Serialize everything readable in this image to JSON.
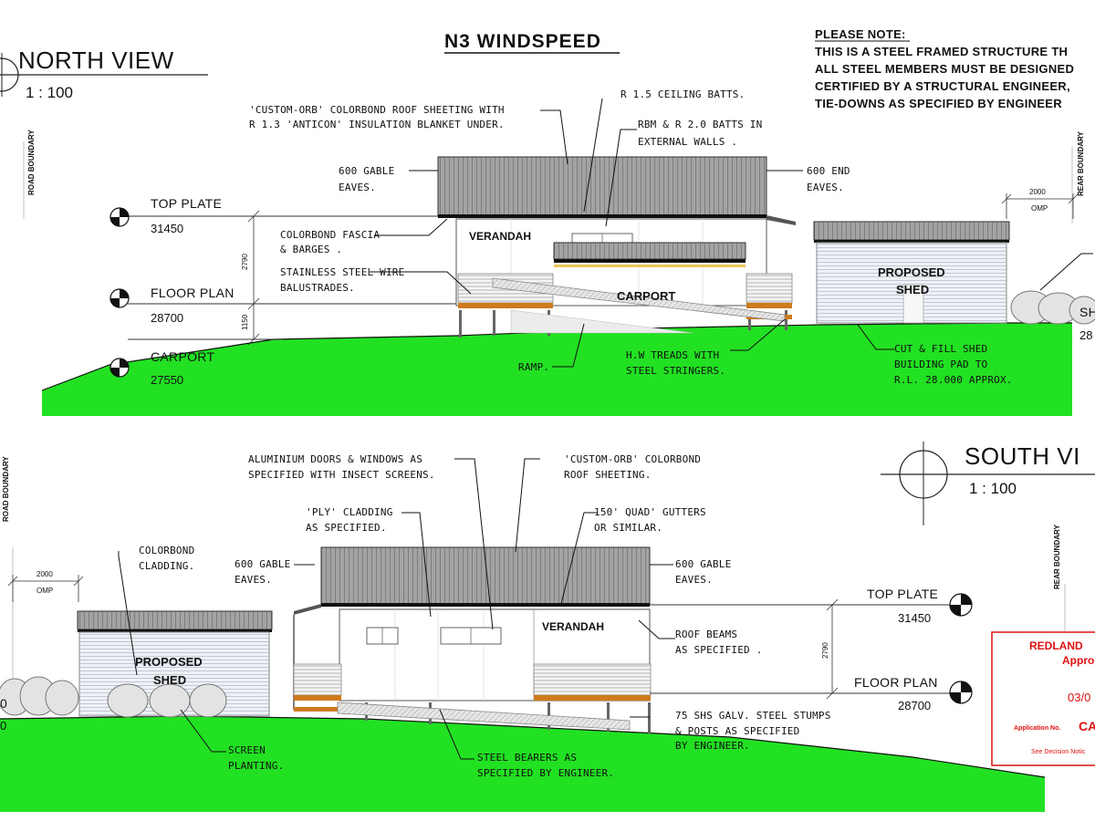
{
  "title": "N3 WINDSPEED",
  "please_note": {
    "heading": "PLEASE NOTE:",
    "lines": [
      "THIS IS A STEEL FRAMED STRUCTURE TH",
      "ALL STEEL MEMBERS MUST BE DESIGNED",
      "CERTIFIED BY A STRUCTURAL ENGINEER,",
      "TIE-DOWNS AS SPECIFIED BY ENGINEER"
    ]
  },
  "north": {
    "view_title": "NORTH VIEW",
    "scale": "1 : 100",
    "road_boundary": "ROAD BOUNDARY",
    "rear_boundary": "REAR BOUNDARY",
    "levels": {
      "top_plate": {
        "label": "TOP PLATE",
        "value": "31450"
      },
      "floor_plan": {
        "label": "FLOOR PLAN",
        "value": "28700"
      },
      "carport": {
        "label": "CARPORT",
        "value": "27550"
      }
    },
    "dim_2790": "2790",
    "dim_1150": "1150",
    "dim_2000": "2000",
    "omp": "OMP",
    "verandah": "VERANDAH",
    "carport_label": "CARPORT",
    "shed_line1": "PROPOSED",
    "shed_line2": "SHED",
    "right_cut_label": "SH",
    "right_cut_num": "28",
    "notes": {
      "roof_line1": "'CUSTOM-ORB' COLORBOND ROOF SHEETING WITH",
      "roof_line2": "R 1.3 'ANTICON' INSULATION BLANKET UNDER.",
      "ceiling": "R 1.5 CEILING BATTS.",
      "rbm_line1": "RBM & R 2.0 BATTS IN",
      "rbm_line2": "EXTERNAL WALLS .",
      "gable_line1": "600 GABLE",
      "gable_line2": "EAVES.",
      "end_line1": "600 END",
      "end_line2": "EAVES.",
      "fascia_line1": "COLORBOND FASCIA",
      "fascia_line2": "& BARGES .",
      "balustrade_line1": "STAINLESS STEEL WIRE",
      "balustrade_line2": "BALUSTRADES.",
      "ramp": "RAMP.",
      "treads_line1": "H.W TREADS WITH",
      "treads_line2": "STEEL STRINGERS.",
      "cutfill_line1": "CUT & FILL SHED",
      "cutfill_line2": "BUILDING PAD TO",
      "cutfill_line3": "R.L. 28.000 APPROX."
    }
  },
  "south": {
    "view_title": "SOUTH VI",
    "scale": "1 : 100",
    "road_boundary": "ROAD BOUNDARY",
    "rear_boundary": "REAR BOUNDARY",
    "levels": {
      "top_plate": {
        "label": "TOP PLATE",
        "value": "31450"
      },
      "floor_plan": {
        "label": "FLOOR PLAN",
        "value": "28700"
      }
    },
    "dim_2790": "2790",
    "dim_2000": "2000",
    "omp": "OMP",
    "verandah": "VERANDAH",
    "shed_line1": "PROPOSED",
    "shed_line2": "SHED",
    "left_cut_top": "0",
    "left_cut_bottom": "0",
    "notes": {
      "doors_line1": "ALUMINIUM DOORS & WINDOWS AS",
      "doors_line2": "SPECIFIED WITH INSECT SCREENS.",
      "roof_line1": "'CUSTOM-ORB' COLORBOND",
      "roof_line2": "ROOF SHEETING.",
      "ply_line1": "'PLY' CLADDING",
      "ply_line2": "AS SPECIFIED.",
      "gutter_line1": "150' QUAD' GUTTERS",
      "gutter_line2": "OR SIMILAR.",
      "colorbond_line1": "COLORBOND",
      "colorbond_line2": "CLADDING.",
      "gable_left_line1": "600 GABLE",
      "gable_left_line2": "EAVES.",
      "gable_right_line1": "600 GABLE",
      "gable_right_line2": "EAVES.",
      "beams_line1": "ROOF BEAMS",
      "beams_line2": "AS SPECIFIED .",
      "stumps_line1": "75 SHS GALV. STEEL STUMPS",
      "stumps_line2": "& POSTS AS SPECIFIED",
      "stumps_line3": "BY ENGINEER.",
      "screen_line1": "SCREEN",
      "screen_line2": "PLANTING.",
      "bearers_line1": "STEEL BEARERS AS",
      "bearers_line2": "SPECIFIED BY ENGINEER."
    }
  },
  "stamp": {
    "line1": "REDLAND",
    "line2": "Appro",
    "date": "03/0",
    "app_label": "Application No.",
    "app_value": "CA",
    "footer": "See Decision Notic"
  },
  "colors": {
    "grass": "#22e022",
    "roof": "#9a9a9a",
    "timber": "#d07a1e",
    "stamp": "#dd1111"
  }
}
